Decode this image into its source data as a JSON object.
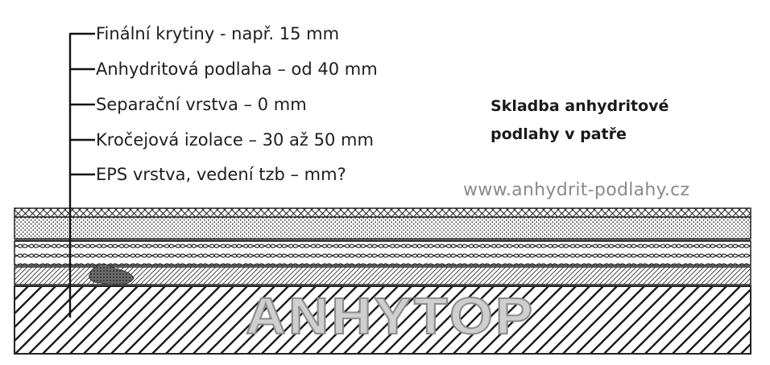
{
  "layers": [
    {
      "label": "Finální krytiny - např. 15 mm"
    },
    {
      "label": "Anhydritová podlaha – od 40 mm"
    },
    {
      "label": "Separační vrstva – 0 mm"
    },
    {
      "label": "Kročejová izolace – 30 až 50 mm"
    },
    {
      "label": "EPS vrstva, vedení tzb – mm?"
    }
  ],
  "title": {
    "line1": "Skladba anhydritové",
    "line2": "podlahy v patře"
  },
  "website": "www.anhydrit-podlahy.cz",
  "watermark": "ANHYTOP",
  "colors": {
    "ink": "#1e1e1e",
    "hatch": "#2a2a2a",
    "watermark_fill": "#cfcfcf",
    "url_gray": "#8a8a8a"
  }
}
